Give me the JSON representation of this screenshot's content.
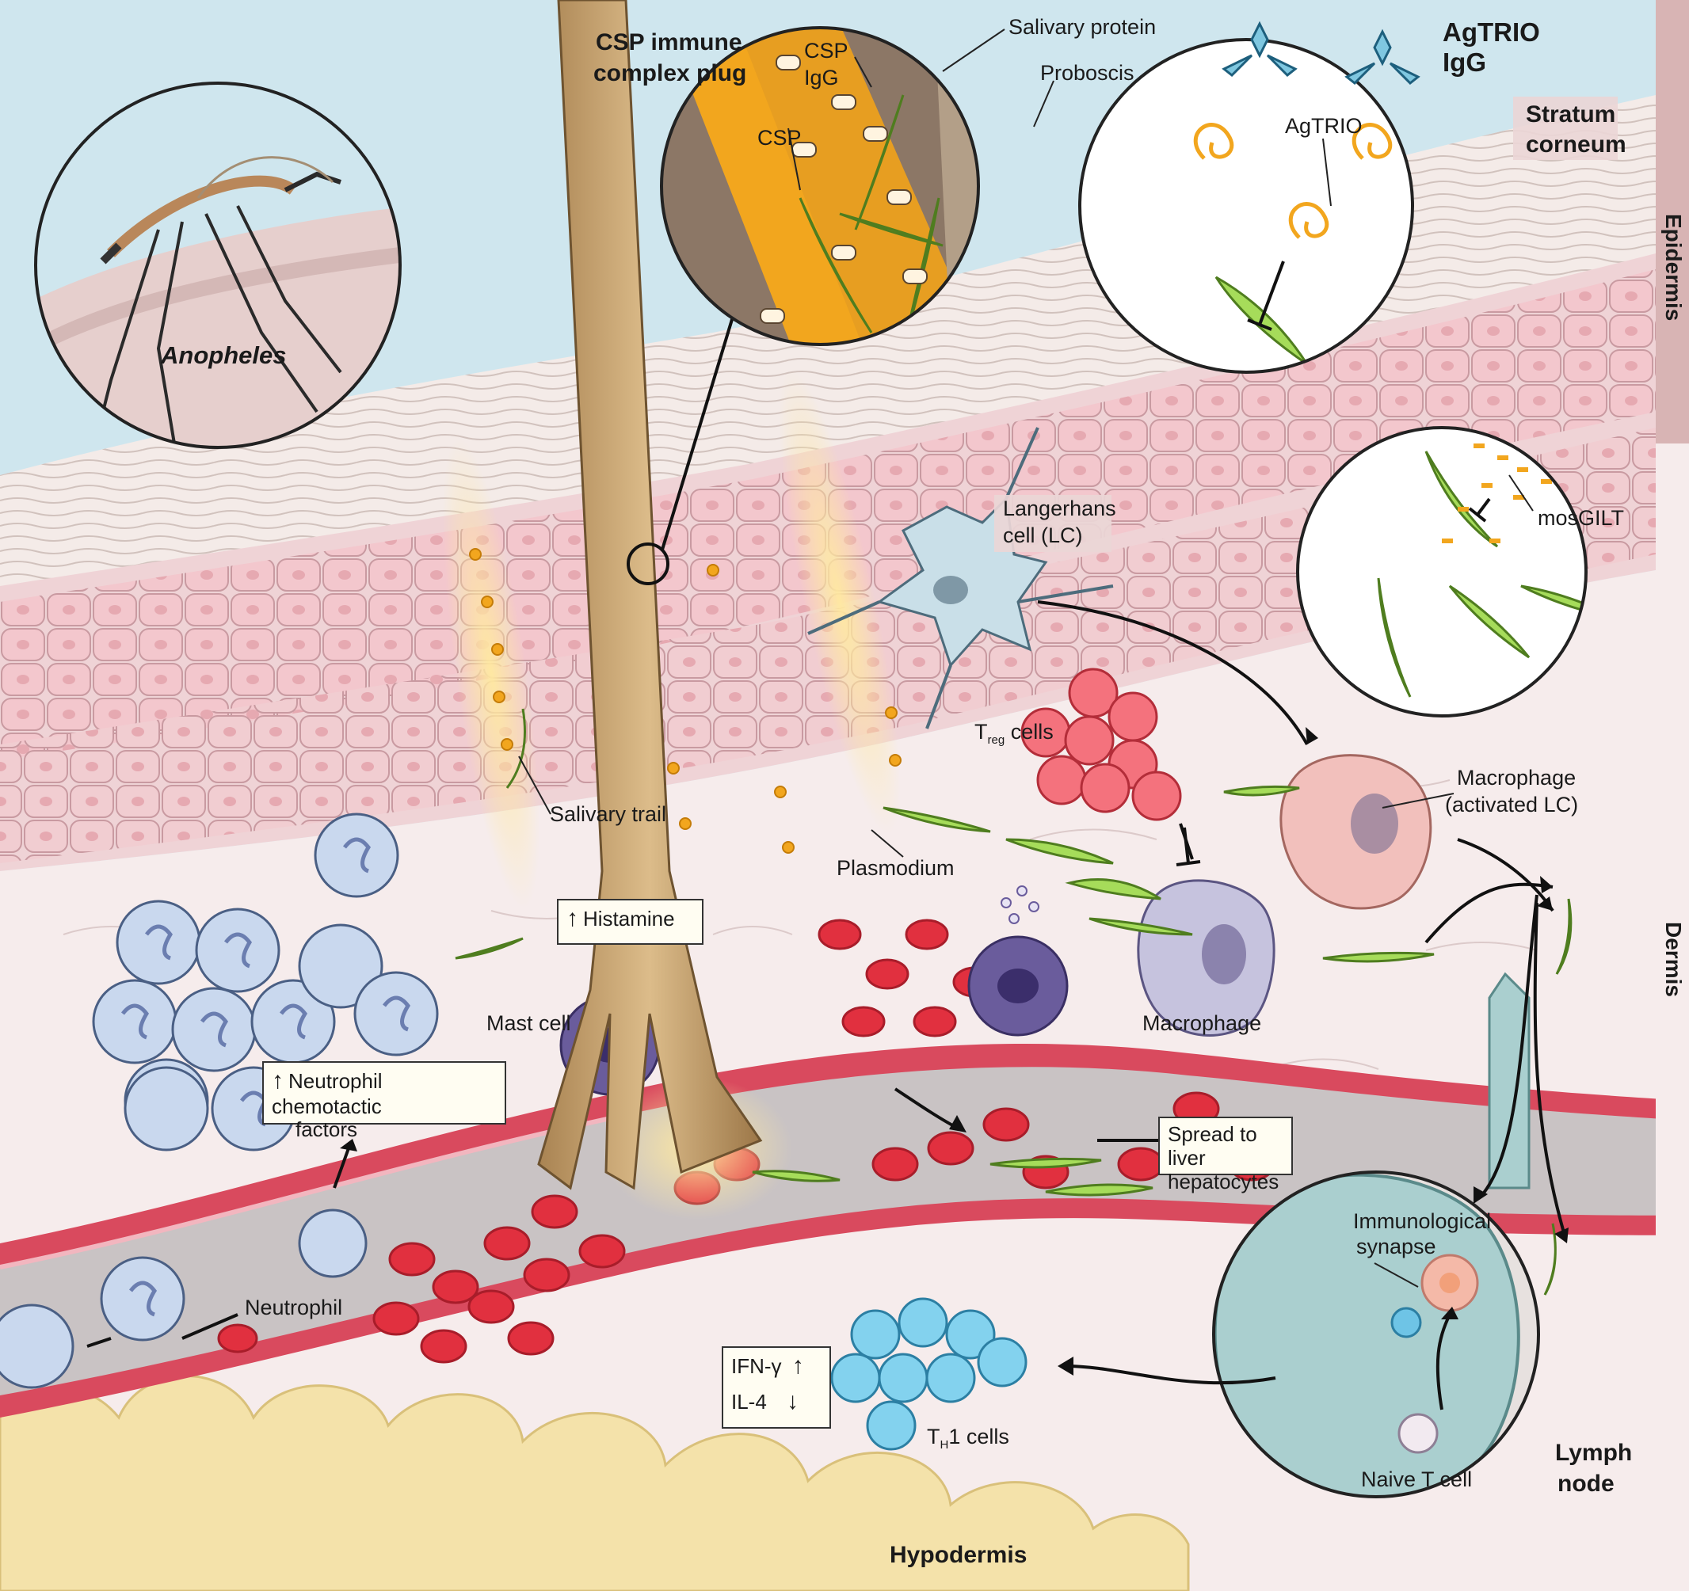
{
  "colors": {
    "sky": "#cfe6ee",
    "epidermis": "#efd3d6",
    "epidermis_cell": "#f3c7cd",
    "stratum": "#f4ebe8",
    "dermis": "#f6ecec",
    "hypodermis": "#f4e2aa",
    "vessel_wall": "#d94a5e",
    "vessel_lumen": "#c9c3c4",
    "rbc": "#e1303f",
    "plasmodium": "#a6dc5a",
    "neutrophil": "#c9d8ee",
    "mast_cell": "#6a5c9c",
    "macrophage": "#c6c3de",
    "activated_macrophage": "#f2c0bc",
    "treg": "#f4727d",
    "th1": "#83d2ee",
    "lymph_node": "#aacfcf",
    "proboscis": "#c6a26c",
    "saliva": "#f2a61e",
    "antibody": "#7fc7e0",
    "right_band": "#d8b4b4"
  },
  "icons": [
    "mosquito-icon",
    "antibody-icon",
    "neutrophil-icon",
    "red-blood-cell-icon",
    "plasmodium-sporozoite-icon",
    "mast-cell-icon",
    "langerhans-cell-icon",
    "macrophage-icon",
    "treg-cell-icon",
    "th1-cell-icon",
    "lymph-node-icon",
    "up-arrow-icon",
    "down-arrow-icon",
    "inhibition-bar-icon"
  ],
  "labels": {
    "anopheles": "Anopheles",
    "csp_plug": [
      "CSP immune",
      "complex plug"
    ],
    "salivary_protein": "Salivary protein",
    "csp_igg": [
      "CSP",
      "IgG"
    ],
    "proboscis": "Proboscis",
    "csp": "CSP",
    "agtrio_igg": [
      "AgTRIO",
      "IgG"
    ],
    "agtrio": "AgTRIO",
    "stratum_corneum": [
      "Stratum",
      "corneum"
    ],
    "epidermis": "Epidermis",
    "dermis": "Dermis",
    "hypodermis": "Hypodermis",
    "langerhans": [
      "Langerhans",
      "cell (LC)"
    ],
    "mosgilt": "mosGILT",
    "treg_t": "T",
    "treg_sub": "reg",
    "treg_rest": " cells",
    "macrophage_activated": [
      "Macrophage",
      "(activated LC)"
    ],
    "salivary_trail": "Salivary trail",
    "plasmodium": "Plasmodium",
    "histamine": "Histamine",
    "mast_cell": "Mast cell",
    "macrophage": "Macrophage",
    "neutrophil_factors": [
      "Neutrophil chemotactic",
      "factors"
    ],
    "spread_liver": [
      "Spread to liver",
      "hepatocytes"
    ],
    "neutrophil": "Neutrophil",
    "immunological_synapse": [
      "Immunological",
      "synapse"
    ],
    "ifn": "IFN-γ",
    "il4": "IL-4",
    "th1_t": "T",
    "th1_sub": "H",
    "th1_rest": "1 cells",
    "naive_t": "Naive T cell",
    "lymph_node": [
      "Lymph",
      "node"
    ]
  }
}
